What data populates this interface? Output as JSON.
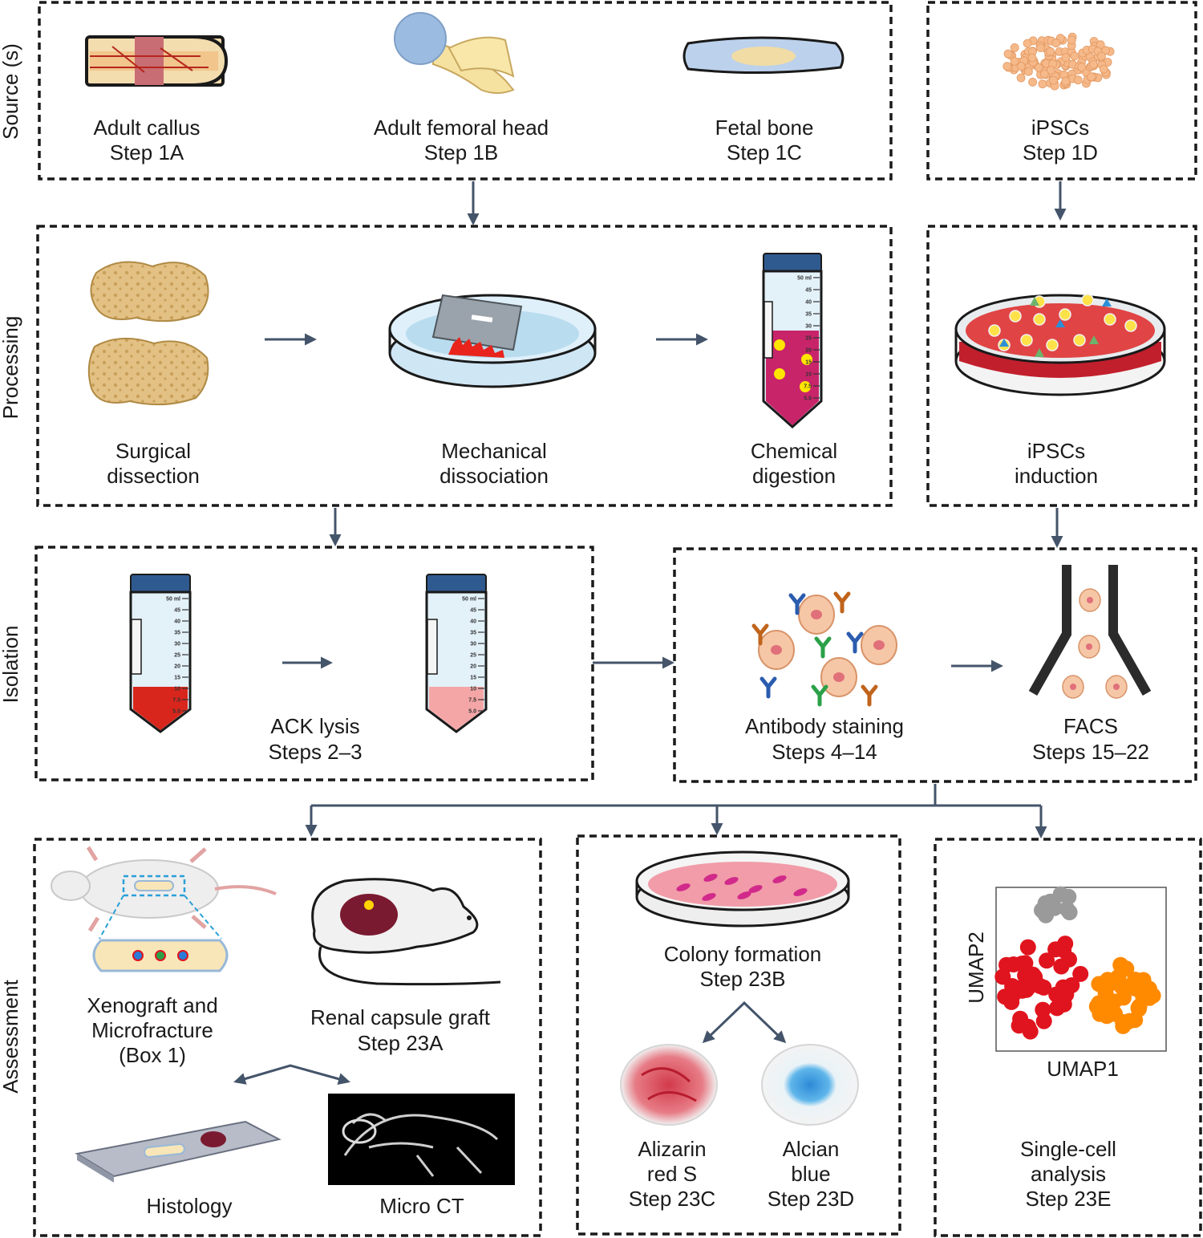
{
  "sections": {
    "source": "Source (s)",
    "processing": "Processing",
    "isolation": "Isolation",
    "assessment": "Assessment"
  },
  "source": {
    "callus": {
      "name": "Adult callus",
      "step": "Step 1A"
    },
    "femoral": {
      "name": "Adult femoral head",
      "step": "Step 1B"
    },
    "fetal": {
      "name": "Fetal bone",
      "step": "Step 1C"
    },
    "ipsc": {
      "name": "iPSCs",
      "step": "Step 1D"
    }
  },
  "processing": {
    "surgical": {
      "line1": "Surgical",
      "line2": "dissection"
    },
    "mechanical": {
      "line1": "Mechanical",
      "line2": "dissociation"
    },
    "chemical": {
      "line1": "Chemical",
      "line2": "digestion"
    },
    "induction": {
      "line1": "iPSCs",
      "line2": "induction"
    }
  },
  "isolation": {
    "ack": {
      "name": "ACK lysis",
      "step": "Steps 2–3"
    },
    "antibody": {
      "name": "Antibody staining",
      "step": "Steps 4–14"
    },
    "facs": {
      "name": "FACS",
      "step": "Steps 15–22"
    }
  },
  "assessment": {
    "xenograft": {
      "line1": "Xenograft and",
      "line2": "Microfracture",
      "line3": "(Box 1)"
    },
    "renal": {
      "name": "Renal capsule graft",
      "step": "Step 23A"
    },
    "histology": "Histology",
    "microct": "Micro CT",
    "colony": {
      "name": "Colony formation",
      "step": "Step 23B"
    },
    "alizarin": {
      "line1": "Alizarin",
      "line2": "red S",
      "step": "Step 23C"
    },
    "alcian": {
      "line1": "Alcian",
      "line2": "blue",
      "step": "Step 23D"
    },
    "umap": {
      "xlabel": "UMAP1",
      "ylabel": "UMAP2"
    },
    "singlecell": {
      "line1": "Single-cell",
      "line2": "analysis",
      "step": "Step 23E"
    }
  },
  "tube_scale": [
    "50 ml",
    "45",
    "40",
    "35",
    "30",
    "25",
    "20",
    "15",
    "10",
    "7.5",
    "5.0"
  ],
  "colors": {
    "box_stroke": "#1a1a1a",
    "arrow": "#44546a",
    "bone": "#e8c98a",
    "blood": "#d8261c",
    "pink_medium": "#f4a6a6",
    "dish_medium": "#e04444",
    "cell": "#f6c7a6",
    "umap_red": "#e0141e",
    "umap_orange": "#ff8a00",
    "umap_gray": "#9a9a9a"
  }
}
